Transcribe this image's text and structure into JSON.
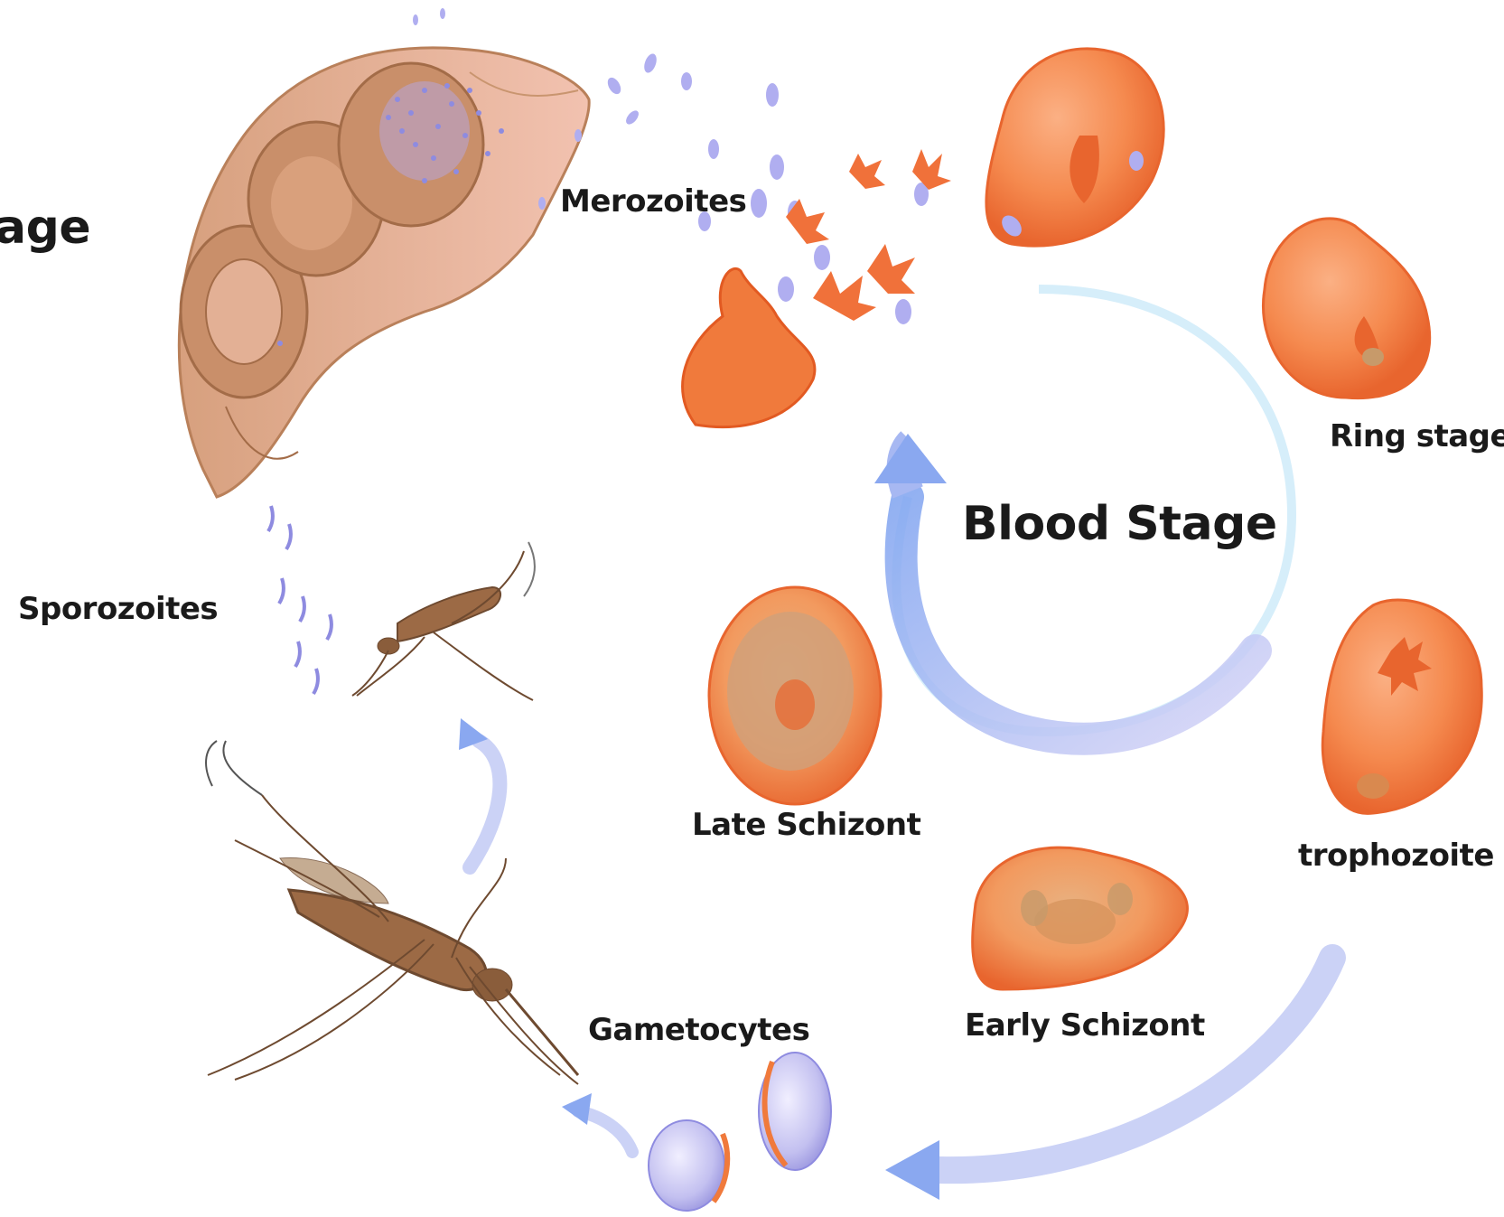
{
  "diagram": {
    "stage_fragment": "age",
    "blood_stage_title": "Blood Stage",
    "labels": {
      "merozoites": "Merozoites",
      "ring_stage": "Ring stage",
      "trophozoite": "trophozoite",
      "early_schizont": "Early Schizont",
      "late_schizont": "Late Schizont",
      "gametocytes": "Gametocytes",
      "sporozoites": "Sporozoites"
    },
    "colors": {
      "rbc": "#f58a4f",
      "rbc_dark": "#e8652e",
      "liver": "#d8a88c",
      "liver_dark": "#b9805a",
      "arrow": "#9fb2f2",
      "parasite": "#a9a8e8",
      "mosquito": "#9c6a45"
    }
  }
}
